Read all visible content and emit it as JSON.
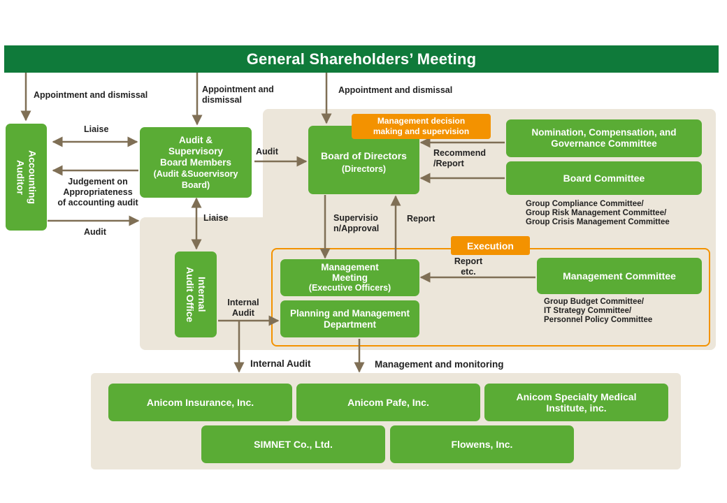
{
  "meeting": "General Shareholders’ Meeting",
  "labels": {
    "appoint_left": "Appointment and dismissal",
    "appoint_mid_1": "Appointment and",
    "appoint_mid_2": "dismissal",
    "appoint_right": "Appointment and dismissal",
    "liaise_top": "Liaise",
    "judgement_1": "Judgement on",
    "judgement_2": "Appropriateness",
    "judgement_3": "of accounting audit",
    "audit_bottom": "Audit",
    "audit_board": "Audit",
    "liaise_mid": "Liaise",
    "recommend_1": "Recommend",
    "recommend_2": "/Report",
    "supervision_1": "Supervisio",
    "supervision_2": "n/Approval",
    "report": "Report",
    "report_etc_1": "Report",
    "report_etc_2": "etc.",
    "internal_audit_1": "Internal",
    "internal_audit_2": "Audit",
    "internal_audit_bottom": "Internal Audit",
    "management_monitoring": "Management and monitoring"
  },
  "boxes": {
    "accounting_auditor_1": "Accounting",
    "accounting_auditor_2": "Auditor",
    "audit_board_1": "Audit &",
    "audit_board_2": "Supervisory",
    "audit_board_3": "Board Members",
    "audit_board_4": "(Audit &Suoervisory",
    "audit_board_5": "Board)",
    "board_of_directors": "Board of Directors",
    "directors": "(Directors)",
    "mgmt_decision_1": "Management decision",
    "mgmt_decision_2": "making and supervision",
    "nomination_1": "Nomination, Compensation, and",
    "nomination_2": "Governance Committee",
    "board_committee": "Board Committee",
    "internal_audit_office_1": "Internal",
    "internal_audit_office_2": "Audit Office",
    "execution": "Execution",
    "mgmt_meeting_1": "Management",
    "mgmt_meeting_2": "Meeting",
    "mgmt_meeting_3": "(Executive Officers)",
    "planning_1": "Planning and Management",
    "planning_2": "Department",
    "management_committee": "Management Committee"
  },
  "notes": {
    "board_committee_list": [
      "Group Compliance Committee/",
      "Group Risk Management Committee/",
      "Group Crisis Management Committee"
    ],
    "management_committee_list": [
      "Group Budget Committee/",
      "IT Strategy Committee/",
      "Personnel Policy Committee"
    ]
  },
  "subsidiaries": {
    "anicom_insurance": "Anicom Insurance, Inc.",
    "anicom_pafe": "Anicom Pafe, Inc.",
    "anicom_specialty_1": "Anicom Specialty Medical",
    "anicom_specialty_2": "Institute, inc.",
    "simnet": "SIMNET Co., Ltd.",
    "flowens": "Flowens, Inc."
  },
  "colors": {
    "banner": "#0f7a3a",
    "box_green": "#5aac35",
    "orange": "#f39200",
    "region": "#ece6da",
    "arrow": "#7f6f55"
  }
}
